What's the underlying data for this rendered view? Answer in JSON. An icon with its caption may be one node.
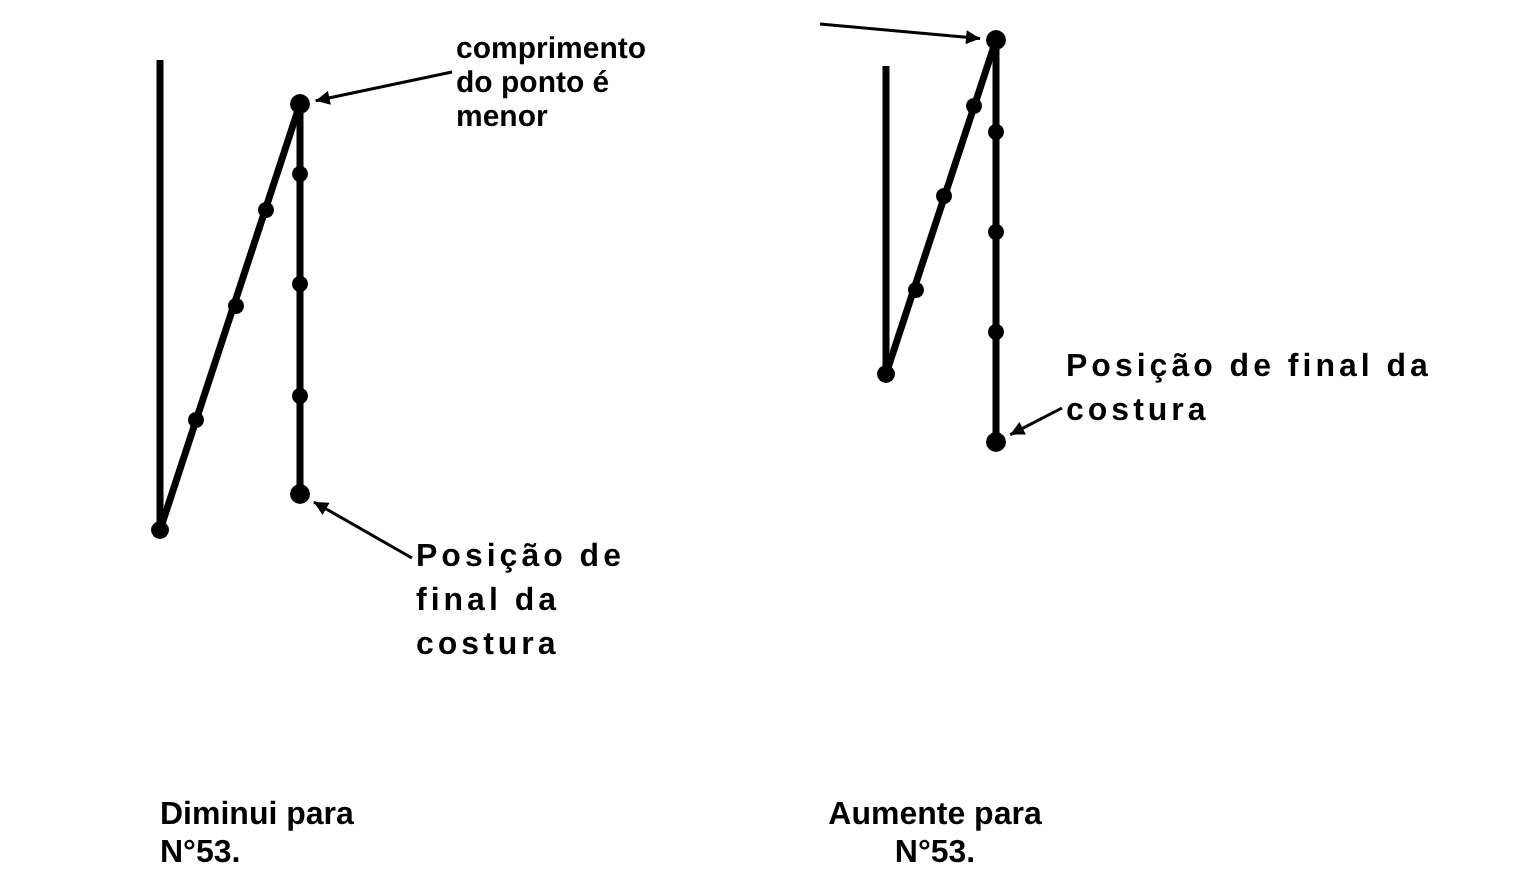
{
  "diagram": {
    "nodes": [
      {
        "text": [
          "comprimento do ponto é menor"
        ]
      },
      {
        "text": [],
        "shape": "circle"
      },
      {
        "text": [
          "Posição de final da costura"
        ]
      },
      {
        "text": [],
        "shape": "circle"
      },
      {
        "text": [],
        "shape": "circle"
      },
      {
        "text": [
          "Posição de final da costura"
        ]
      },
      {
        "text": [],
        "shape": "circle"
      }
    ],
    "edges": [
      {
        "from": 0,
        "to": 1,
        "arrow": "to"
      },
      {
        "from": 2,
        "to": 3,
        "arrow": "to"
      },
      {
        "from": null,
        "to": 4,
        "arrow": "to"
      },
      {
        "from": 5,
        "to": 6,
        "arrow": "to"
      }
    ],
    "labels": [
      "Diminui para N°53.",
      "Aumente para N°53."
    ]
  }
}
